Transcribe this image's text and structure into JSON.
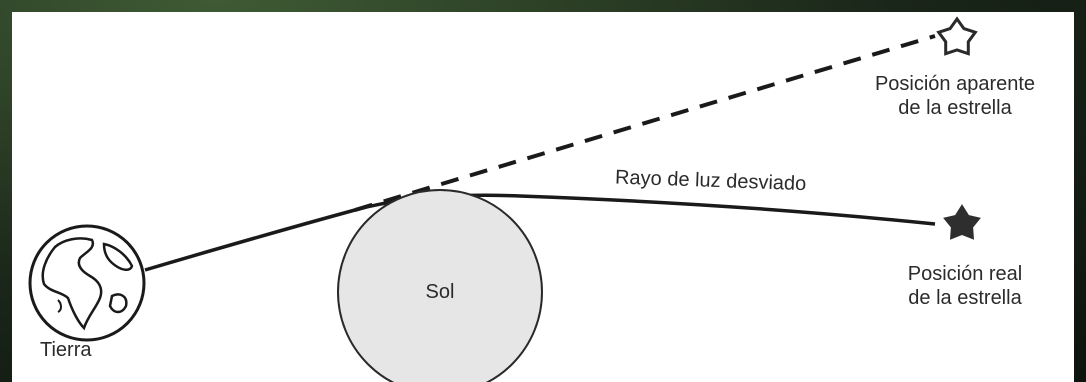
{
  "labels": {
    "apparent_position": [
      "Posición aparente",
      "de la estrella"
    ],
    "real_position": [
      "Posición real",
      "de la estrella"
    ],
    "light_ray": "Rayo de luz desviado",
    "earth": "Tierra",
    "sun": "Sol"
  },
  "icons": {
    "earth": "earth-globe-icon",
    "apparent_star": "outlined-star-icon",
    "real_star": "filled-star-icon"
  },
  "colors": {
    "background": "#ffffff",
    "sun_fill": "#e6e6e6",
    "lines": "#1a1a1a"
  }
}
